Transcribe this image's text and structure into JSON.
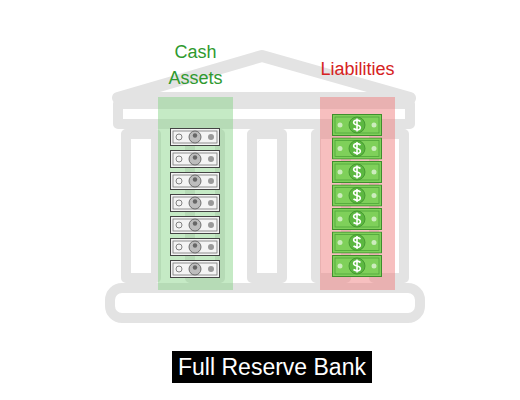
{
  "diagram": {
    "caption": "Full Reserve Bank",
    "nodes": [
      {
        "text": [
          "Cash Assets"
        ]
      },
      {
        "text": [
          "Liabilities"
        ]
      }
    ]
  }
}
